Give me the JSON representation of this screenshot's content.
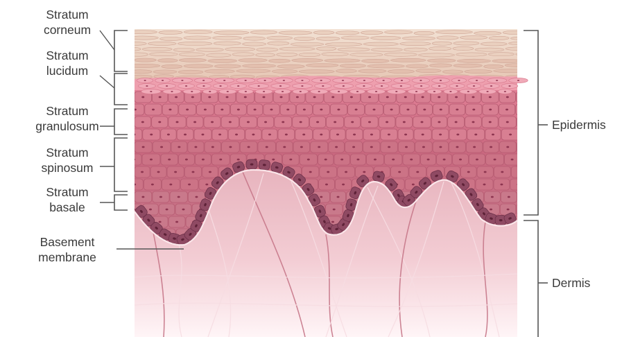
{
  "labels": {
    "stratum_corneum": [
      "Stratum",
      "corneum"
    ],
    "stratum_lucidum": [
      "Stratum",
      "lucidum"
    ],
    "stratum_granulosum": [
      "Stratum",
      "granulosum"
    ],
    "stratum_spinosum": [
      "Stratum",
      "spinosum"
    ],
    "stratum_basale": [
      "Stratum",
      "basale"
    ],
    "basement_membrane": [
      "Basement",
      "membrane"
    ],
    "epidermis": "Epidermis",
    "dermis": "Dermis"
  },
  "colors": {
    "corneum": "#ecd3c1",
    "lucidum": "#ee9fae",
    "granulosum": "#da8896",
    "spinosum": "#cd7d8c",
    "basale_cell": "#8f4a63",
    "dermis_top": "#e7b3bd",
    "dermis_bottom": "#fff5f7",
    "leader": "#555555"
  }
}
